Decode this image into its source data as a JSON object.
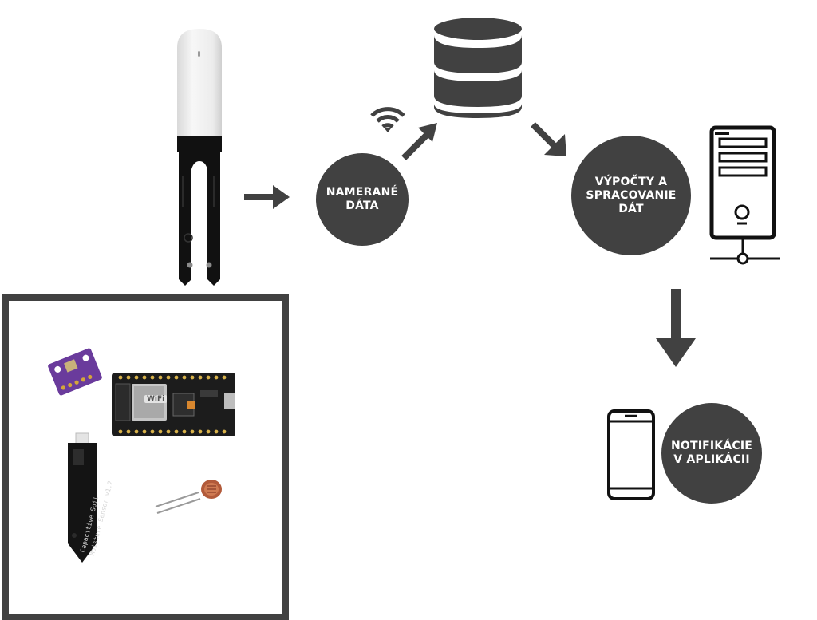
{
  "nodes": {
    "measured": {
      "line1": "NAMERANÉ",
      "line2": "DÁTA"
    },
    "processing": {
      "line1": "VÝPOČTY A",
      "line2": "SPRACOVANIE",
      "line3": "DÁT"
    },
    "notifications": {
      "line1": "NOTIFIKÁCIE",
      "line2": "V APLIKÁCII"
    }
  },
  "hardware": {
    "soil_sensor_label_1": "Capacitive Soil",
    "soil_sensor_label_2": "Moisture Sensor v1.2",
    "wifi_badge": "WiFi"
  },
  "icons": [
    "plant-sensor-icon",
    "wifi-icon",
    "database-icon",
    "server-icon",
    "smartphone-icon",
    "arrow-icon"
  ],
  "colors": {
    "dark": "#414141",
    "white": "#ffffff",
    "pcb_black": "#1c1c1c",
    "purple_board": "#6a3b9c"
  }
}
